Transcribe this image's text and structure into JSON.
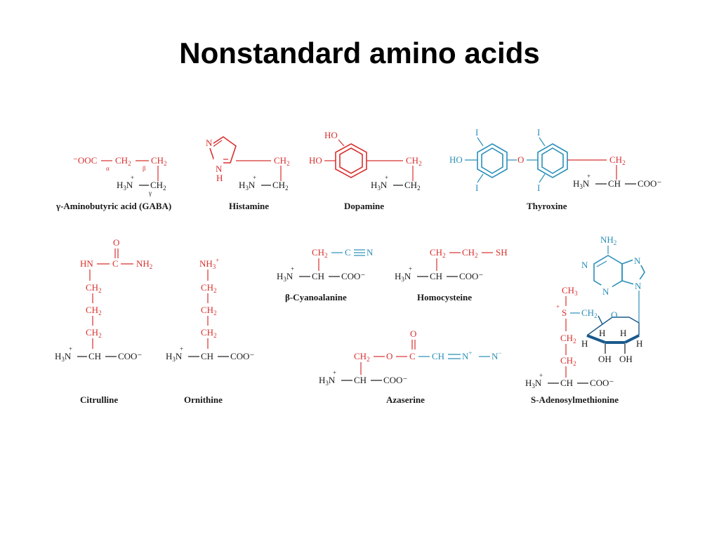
{
  "slide": {
    "title": "Nonstandard amino acids"
  },
  "labels": {
    "gaba": "γ-Aminobutyric acid (GABA)",
    "histamine": "Histamine",
    "dopamine": "Dopamine",
    "thyroxine": "Thyroxine",
    "citrulline": "Citrulline",
    "ornithine": "Ornithine",
    "cyanoalanine": "β-Cyanoalanine",
    "homocysteine": "Homocysteine",
    "azaserine": "Azaserine",
    "sam": "S-Adenosylmethionine"
  },
  "colors": {
    "substituent": "#d8302e",
    "ring": "#2a8fb8",
    "text": "#1a1a1a"
  }
}
